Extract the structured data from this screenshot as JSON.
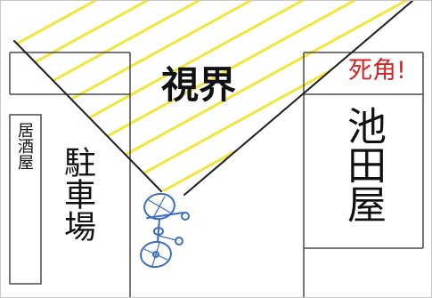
{
  "labels": {
    "field_of_view": "視界",
    "blind_spot": "死角!",
    "ikedaya": "池田屋",
    "parking": "駐車場",
    "izakaya": "居酒屋"
  },
  "colors": {
    "view_stripe": "#f2e53c",
    "blind_spot_text": "#d42424",
    "bicycle": "#3b6cc2",
    "sight_line": "#1e1e1e",
    "building_line": "#4a4a4a"
  },
  "icons": {
    "rider": "bicycle-icon"
  }
}
